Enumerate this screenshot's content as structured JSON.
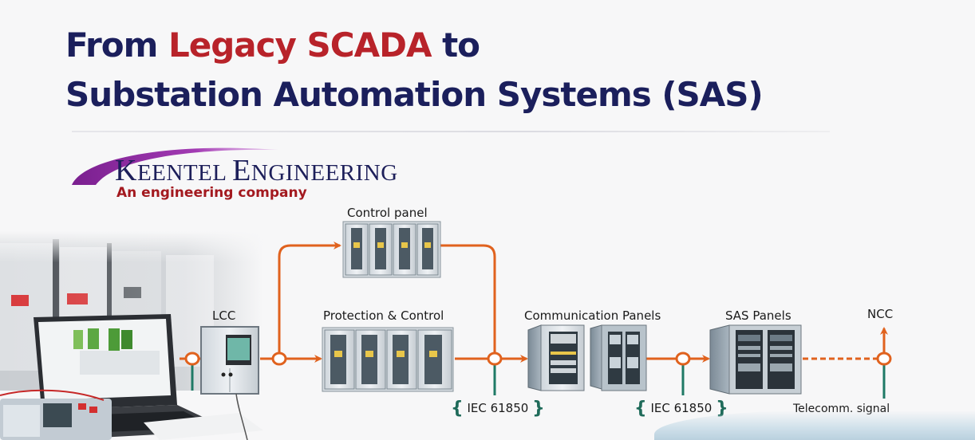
{
  "title": {
    "line1_prefix": "From ",
    "line1_accent": "Legacy SCADA",
    "line1_suffix": " to",
    "line2": "Substation Automation Systems (SAS)"
  },
  "logo": {
    "name_k": "K",
    "name_rest1": "EENTEL ",
    "name_e": "E",
    "name_rest2": "NGINEERING",
    "tagline": "An engineering company"
  },
  "diagram": {
    "nodes": {
      "control_panel": "Control panel",
      "lcc": "LCC",
      "protection_control": "Protection & Control",
      "communication_panels": "Communication Panels",
      "sas_panels": "SAS Panels",
      "ncc": "NCC"
    },
    "protocol_labels": [
      {
        "text": "IEC 61850",
        "open": "{",
        "close": "}"
      },
      {
        "text": "IEC 61850",
        "open": "{",
        "close": "}"
      }
    ],
    "telecom_label": "Telecomm. signal"
  },
  "colors": {
    "title_navy": "#1b1f5c",
    "title_red": "#b8232a",
    "flow_orange": "#e0621e",
    "bus_teal": "#1f7a66",
    "logo_purple": "#8d2a9c"
  }
}
